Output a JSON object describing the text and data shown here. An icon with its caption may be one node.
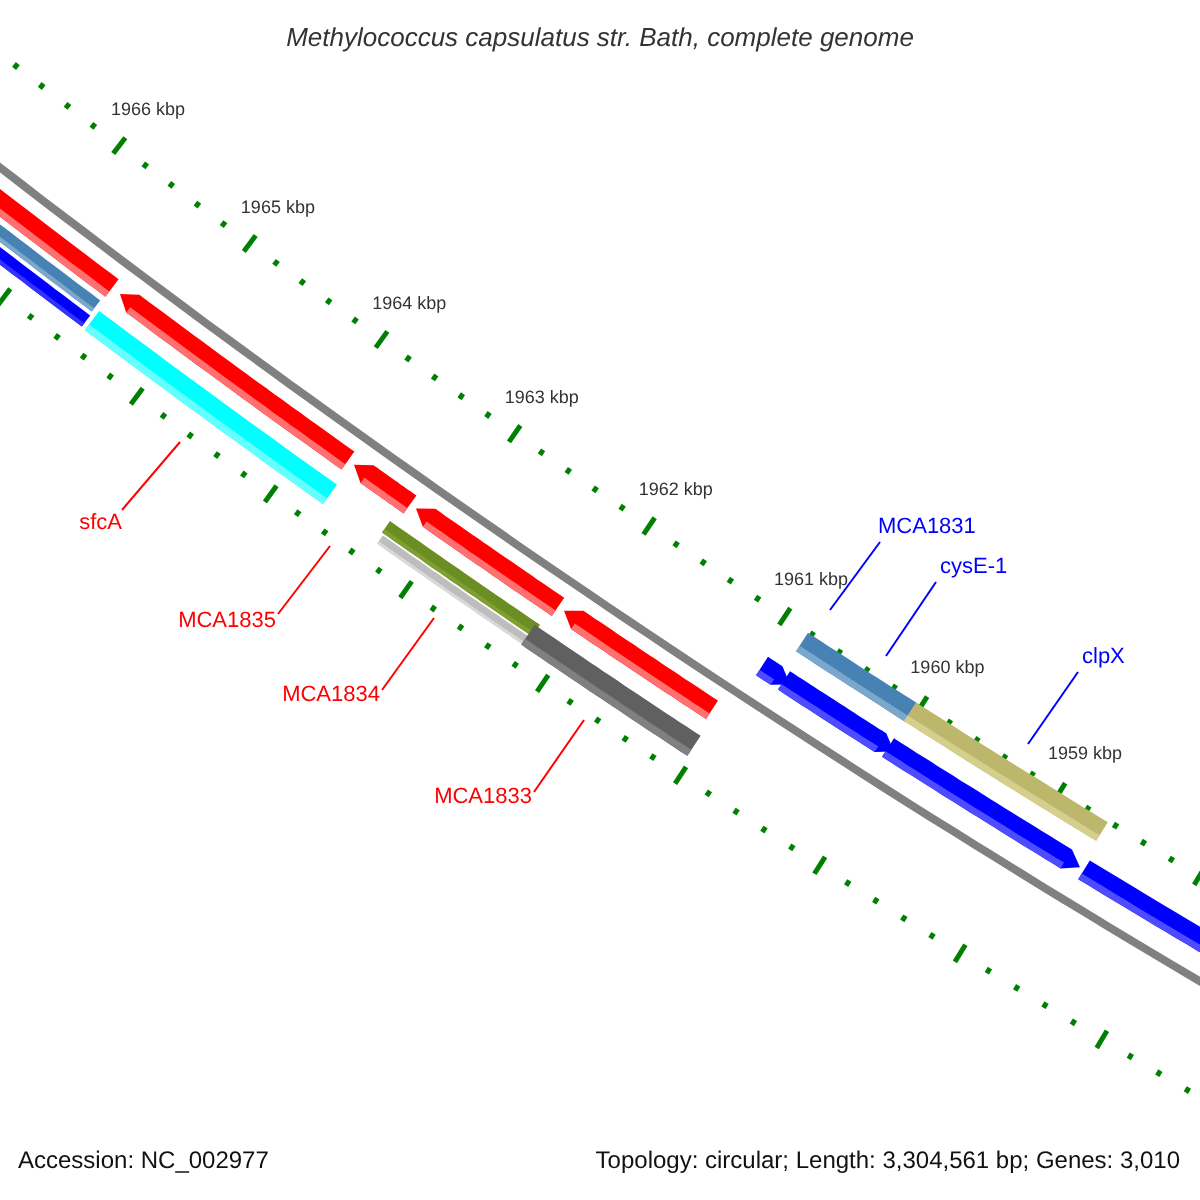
{
  "diagram": {
    "title": "Methylococcus capsulatus str. Bath, complete genome",
    "nodes": [
      {
        "text": [
          "sfcA"
        ]
      },
      {
        "text": [
          "MCA1835"
        ]
      },
      {
        "text": [
          "MCA1834"
        ]
      },
      {
        "text": [
          "MCA1833"
        ]
      },
      {
        "text": [
          "MCA1831"
        ]
      },
      {
        "text": [
          "cysE-1"
        ]
      },
      {
        "text": [
          "clpX"
        ]
      }
    ],
    "edges": [
      {
        "from": 0,
        "to": null,
        "arrow": "none"
      },
      {
        "from": 1,
        "to": null,
        "arrow": "none"
      },
      {
        "from": 2,
        "to": null,
        "arrow": "none"
      },
      {
        "from": 3,
        "to": null,
        "arrow": "none"
      },
      {
        "from": 4,
        "to": null,
        "arrow": "none",
        "color": "#0000ff"
      },
      {
        "from": 5,
        "to": null,
        "arrow": "none",
        "color": "#0000ff"
      },
      {
        "from": 6,
        "to": null,
        "arrow": "none",
        "color": "#0000ff"
      }
    ],
    "labels": [
      "1966 kbp",
      "1965 kbp",
      "1964 kbp",
      "1963 kbp",
      "1962 kbp",
      "1961 kbp",
      "1960 kbp",
      "1959 kbp",
      "Accession: NC_002977",
      "Topology: circular; Length: 3,304,561 bp; Genes: 3,010"
    ]
  }
}
